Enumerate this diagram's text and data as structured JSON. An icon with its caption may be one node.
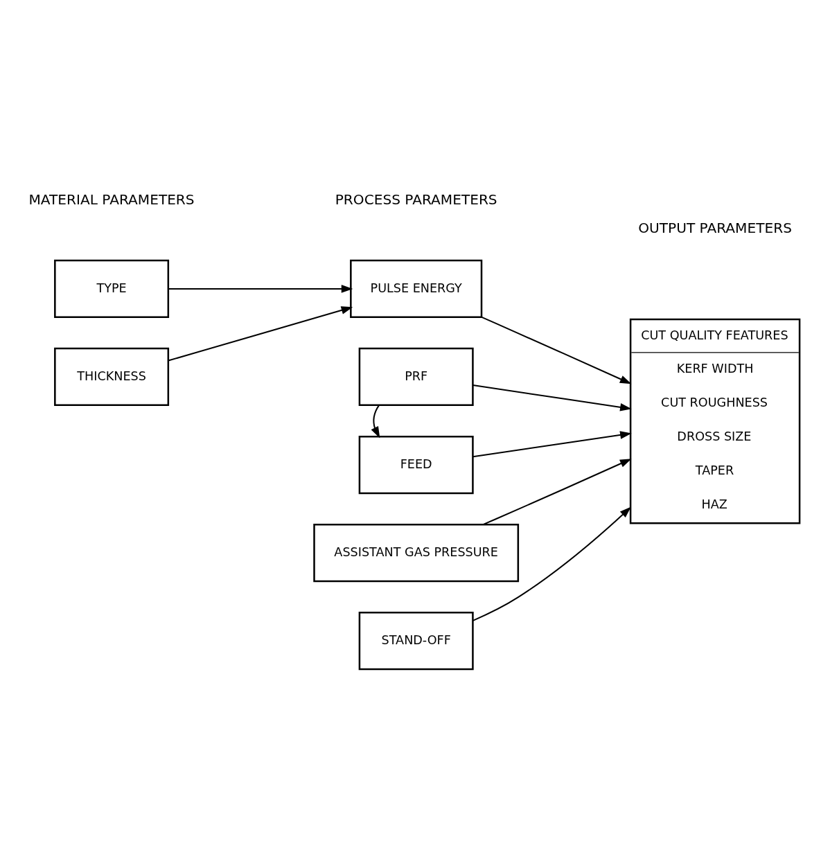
{
  "diagram": {
    "nodes": [
      {
        "text": [
          "TYPE"
        ]
      },
      {
        "text": [
          "THICKNESS"
        ]
      },
      {
        "text": [
          "PULSE ENERGY"
        ]
      },
      {
        "text": [
          "PRF"
        ]
      },
      {
        "text": [
          "FEED"
        ]
      },
      {
        "text": [
          "ASSISTANT GAS PRESSURE"
        ]
      },
      {
        "text": [
          "STAND-OFF"
        ]
      },
      {
        "text": [
          "CUT QUALITY FEATURES",
          "KERF WIDTH",
          "CUT ROUGHNESS",
          "DROSS SIZE",
          "TAPER",
          "HAZ"
        ]
      }
    ],
    "edges": [
      {
        "from": 0,
        "to": 2,
        "arrow": "to"
      },
      {
        "from": 1,
        "to": 2,
        "arrow": "to"
      },
      {
        "from": 2,
        "to": 7,
        "arrow": "to"
      },
      {
        "from": 3,
        "to": 7,
        "arrow": "to"
      },
      {
        "from": 3,
        "to": 4,
        "arrow": "to"
      },
      {
        "from": 4,
        "to": 7,
        "arrow": "to"
      },
      {
        "from": 5,
        "to": 7,
        "arrow": "to"
      },
      {
        "from": 6,
        "to": 7,
        "arrow": "to"
      }
    ],
    "labels": [
      "MATERIAL PARAMETERS",
      "PROCESS PARAMETERS",
      "OUTPUT PARAMETERS"
    ]
  }
}
